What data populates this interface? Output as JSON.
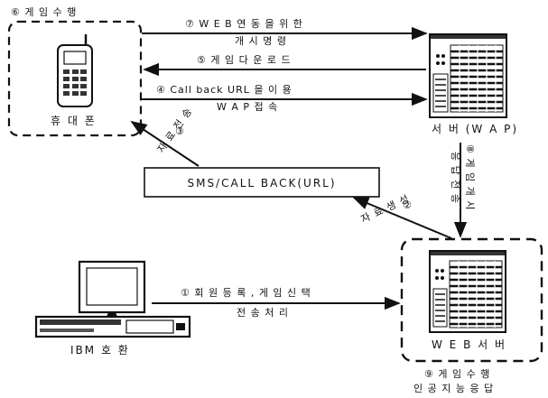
{
  "nodes": {
    "phone": {
      "caption": "휴 대 폰",
      "step_label": "⑥ 게 임 수 행"
    },
    "wap_server": {
      "caption": "서 버 (W A P)"
    },
    "web_server": {
      "caption": "W E B  서 버",
      "step_label_line1": "⑨  게 임 수 행",
      "step_label_line2": "인 공 지 능  응 답"
    },
    "pc": {
      "caption": "IBM  호 환"
    },
    "sms_box": {
      "text": "SMS/CALL  BACK(URL)"
    }
  },
  "edges": {
    "e7_line1": "⑦ W E B 연 동 을   위 한",
    "e7_line2": "개 시 명 령",
    "e5": "⑤  게 임  다 운 로 드",
    "e4_line1": "④  Call back URL 을  이 용",
    "e4_line2": "W A P  접 속",
    "e3_num": "③",
    "e3_text": "자 료 전 송",
    "e2_num": "②",
    "e2_text": "자 료 생 성",
    "e8_text": "⑧ 게 임 개 시",
    "e8b_text": "응 답 전 송",
    "e1_line1": "① 회 원 등 록 , 게 임 신 택",
    "e1_line2": "전 송 처 리"
  },
  "colors": {
    "ink": "#111111",
    "background": "#ffffff"
  }
}
